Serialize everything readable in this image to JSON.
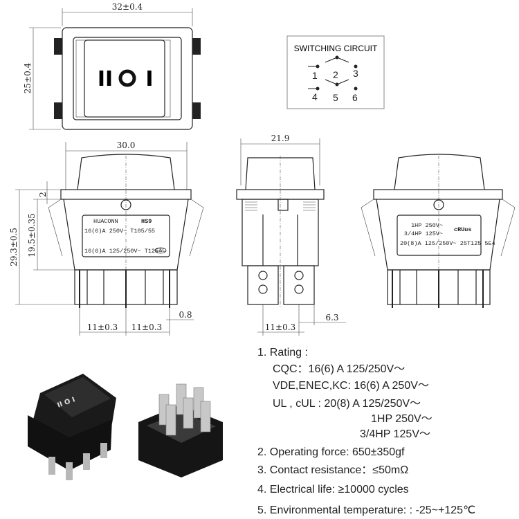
{
  "top_view": {
    "width_dim": "32±0.4",
    "height_dim": "25±0.4",
    "symbols": [
      "II",
      "O",
      "I"
    ]
  },
  "circuit": {
    "title": "SWITCHING CIRCUIT",
    "terminals": [
      "1",
      "2",
      "3",
      "4",
      "5",
      "6"
    ]
  },
  "front_view": {
    "width_dim": "30.0",
    "height_total": "29.3±0.5",
    "height_body": "19.5±0.35",
    "lip": "2",
    "pitch_1": "11±0.3",
    "pitch_2": "11±0.3",
    "pin_thickness": "0.8",
    "label": {
      "brand": "HUACONN",
      "model": "HS9",
      "line1": "16(6)A 250V~ T105/55",
      "line3": "16(6)A 125/250V~ T125",
      "cert": "C&C"
    }
  },
  "side_view": {
    "width_dim": "21.9",
    "pitch": "11±0.3",
    "tab_width": "6.3"
  },
  "right_view": {
    "label": {
      "line1": "1HP 250V~",
      "line2": "3/4HP 125V~",
      "line3": "20(8)A 125/250V~ 25T125 5E4",
      "cert": "cRUus"
    }
  },
  "specs": {
    "rating_title": "1. Rating :",
    "cqc": "CQC：16(6) A 125/250V～",
    "vde": "VDE,ENEC,KC: 16(6) A  250V～",
    "ul": "UL , cUL :  20(8) A 125/250V～",
    "hp1": "1HP  250V～",
    "hp2": "3/4HP  125V～",
    "force": "2. Operating force:  650±350gf",
    "resistance": "3. Contact resistance：≤50mΩ",
    "life": "4. Electrical life: ≥10000 cycles",
    "temp": "5. Environmental temperature: : -25~+125℃"
  }
}
